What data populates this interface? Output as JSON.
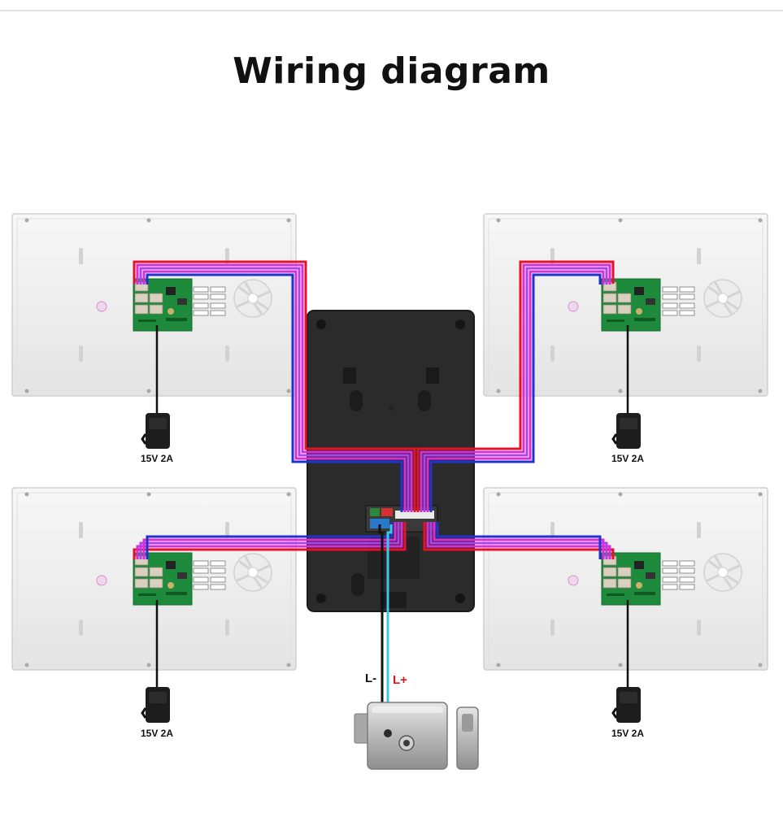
{
  "title": "Wiring diagram",
  "monitors": [
    {
      "id": "monitor-top-left",
      "power_label": "15V 2A"
    },
    {
      "id": "monitor-top-right",
      "power_label": "15V 2A"
    },
    {
      "id": "monitor-bottom-left",
      "power_label": "15V 2A"
    },
    {
      "id": "monitor-bottom-right",
      "power_label": "15V 2A"
    }
  ],
  "lock": {
    "minus_label": "L-",
    "plus_label": "L+"
  },
  "colors": {
    "wire_red": "#e8102a",
    "wire_magenta": "#d62fd6",
    "wire_purple": "#8a3ff0",
    "wire_blue": "#2233cc",
    "wire_black": "#111111",
    "wire_cyan": "#38c8e8",
    "label_red": "#e0141e"
  }
}
